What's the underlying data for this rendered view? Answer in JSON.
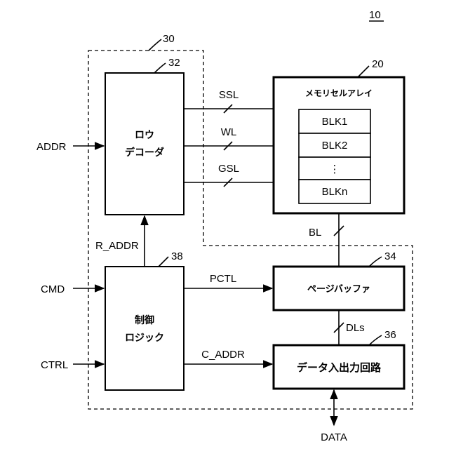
{
  "figure_number": "10",
  "refs": {
    "control_region": "30",
    "memory_array": "20",
    "row_decoder": "32",
    "control_logic": "38",
    "page_buffer": "34",
    "data_io": "36"
  },
  "row_decoder": {
    "line1": "ロウ",
    "line2": "デコーダ"
  },
  "memory_array": {
    "title": "メモリセルアレイ",
    "blocks": [
      "BLK1",
      "BLK2",
      "⋮",
      "BLKn"
    ]
  },
  "control_logic": {
    "line1": "制御",
    "line2": "ロジック"
  },
  "page_buffer": {
    "label": "ページバッファ"
  },
  "data_io": {
    "label": "データ入出力回路"
  },
  "signals": {
    "ssl": "SSL",
    "wl": "WL",
    "gsl": "GSL",
    "addr": "ADDR",
    "r_addr": "R_ADDR",
    "cmd": "CMD",
    "ctrl": "CTRL",
    "pctl": "PCTL",
    "c_addr": "C_ADDR",
    "bl": "BL",
    "dls": "DLs",
    "data": "DATA"
  }
}
